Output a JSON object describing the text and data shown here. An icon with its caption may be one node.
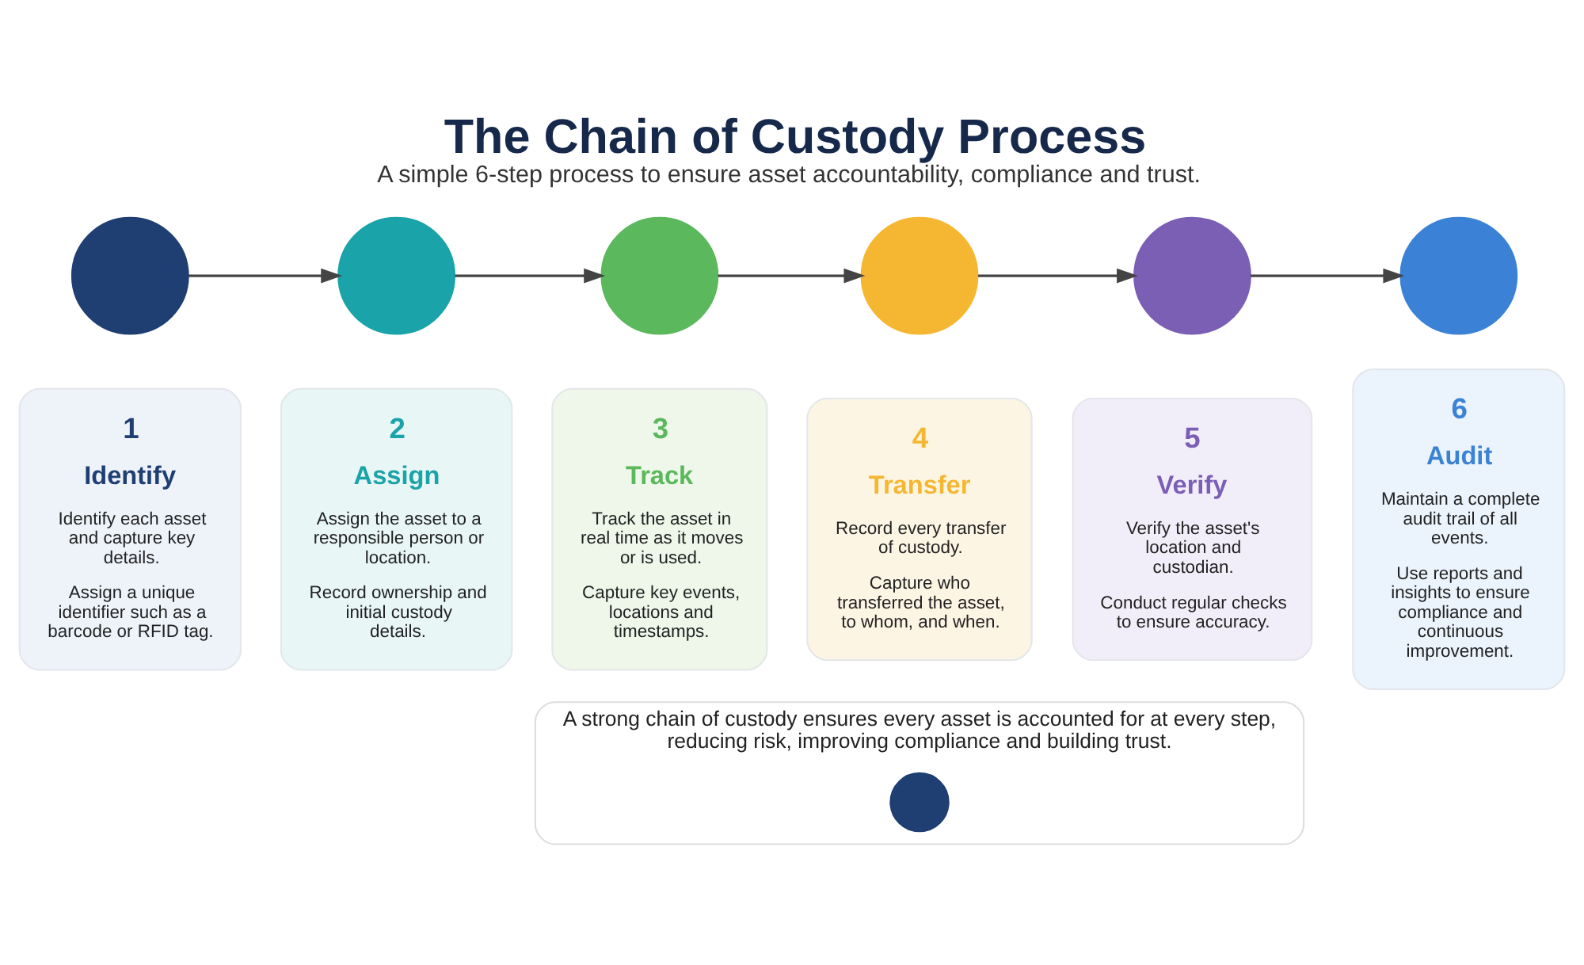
{
  "diagram": {
    "title": "The Chain of Custody Process",
    "caption": "A simple 6-step process to ensure asset accountability, compliance and trust.",
    "nodes": [
      {
        "text": [],
        "shape": "circle"
      },
      {
        "text": [],
        "shape": "circle"
      },
      {
        "text": [],
        "shape": "circle"
      },
      {
        "text": [],
        "shape": "circle"
      },
      {
        "text": [],
        "shape": "circle"
      },
      {
        "text": [],
        "shape": "circle"
      },
      {
        "text": [
          "1",
          "Identify",
          "Identify each asset and capture key details.",
          "Assign a unique identifier such as a barcode or RFID tag."
        ]
      },
      {
        "text": [
          "2",
          "Assign",
          "Assign the asset to a responsible person or location.",
          "Record ownership and initial custody details."
        ]
      },
      {
        "text": [
          "3",
          "Track",
          "Track the asset in real time as it moves or is used.",
          "Capture key events, locations and timestamps."
        ]
      },
      {
        "text": [
          "4",
          "Transfer",
          "Record every transfer of custody.",
          "Capture who transferred the asset, to whom, and when."
        ]
      },
      {
        "text": [
          "5",
          "Verify",
          "Verify the asset's location and custodian.",
          "Conduct regular checks to ensure accuracy."
        ]
      },
      {
        "text": [
          "6",
          "Audit",
          "Maintain a complete audit trail of all events.",
          "Use reports and insights to ensure compliance and continuous improvement."
        ]
      },
      {
        "text": [
          "A strong chain of custody ensures every asset is accounted for at every step, reducing risk, improving compliance and building trust."
        ]
      },
      {
        "text": [],
        "shape": "circle",
        "in": 12
      }
    ],
    "edges": [
      {
        "from": 0,
        "to": 1,
        "arrow": "to"
      },
      {
        "from": 1,
        "to": 2,
        "arrow": "to"
      },
      {
        "from": 2,
        "to": 3,
        "arrow": "to"
      },
      {
        "from": 3,
        "to": 4,
        "arrow": "to"
      },
      {
        "from": 4,
        "to": 5,
        "arrow": "to"
      }
    ]
  }
}
